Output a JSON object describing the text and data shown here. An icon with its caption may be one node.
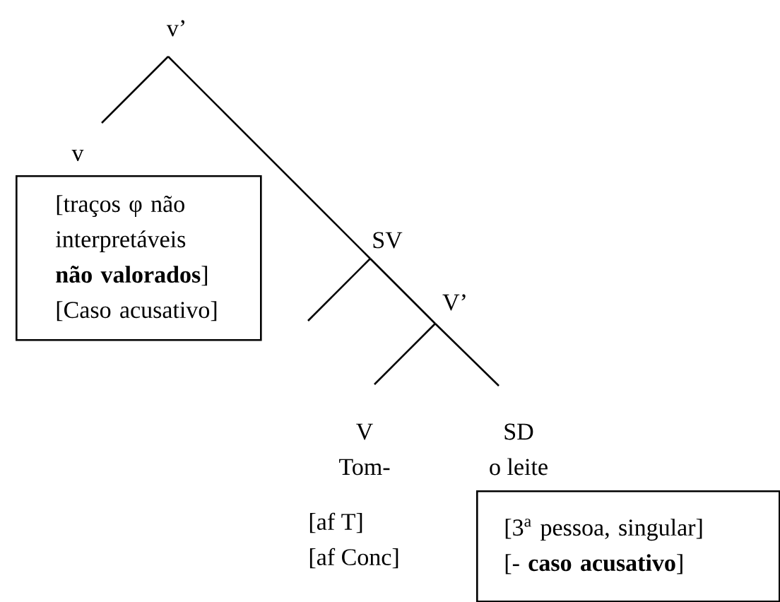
{
  "diagram": {
    "nodes": [
      {
        "text": [
          "v’"
        ]
      },
      {
        "text": [
          "v",
          "[traços φ não interpretáveis **não valorados**]",
          "[Caso acusativo]"
        ]
      },
      {
        "text": [
          "SV"
        ]
      },
      {
        "text": [
          "V’"
        ]
      },
      {
        "text": [
          "V",
          "Tom-"
        ],
        "beside": [
          "[af T]",
          "[af Conc]"
        ]
      },
      {
        "text": [
          "SD",
          "o leite"
        ]
      },
      {
        "text": [
          "[3$^{a}$ pessoa, singular]",
          "[- **caso acusativo**]"
        ]
      }
    ],
    "edges": [
      {
        "from": 0,
        "to": 1,
        "arrow": "none"
      },
      {
        "from": 0,
        "to": 2,
        "arrow": "none"
      },
      {
        "from": 2,
        "to": null,
        "arrow": "none"
      },
      {
        "from": 2,
        "to": 3,
        "arrow": "none"
      },
      {
        "from": 3,
        "to": 4,
        "arrow": "none"
      },
      {
        "from": 3,
        "to": 5,
        "arrow": "none"
      }
    ]
  }
}
